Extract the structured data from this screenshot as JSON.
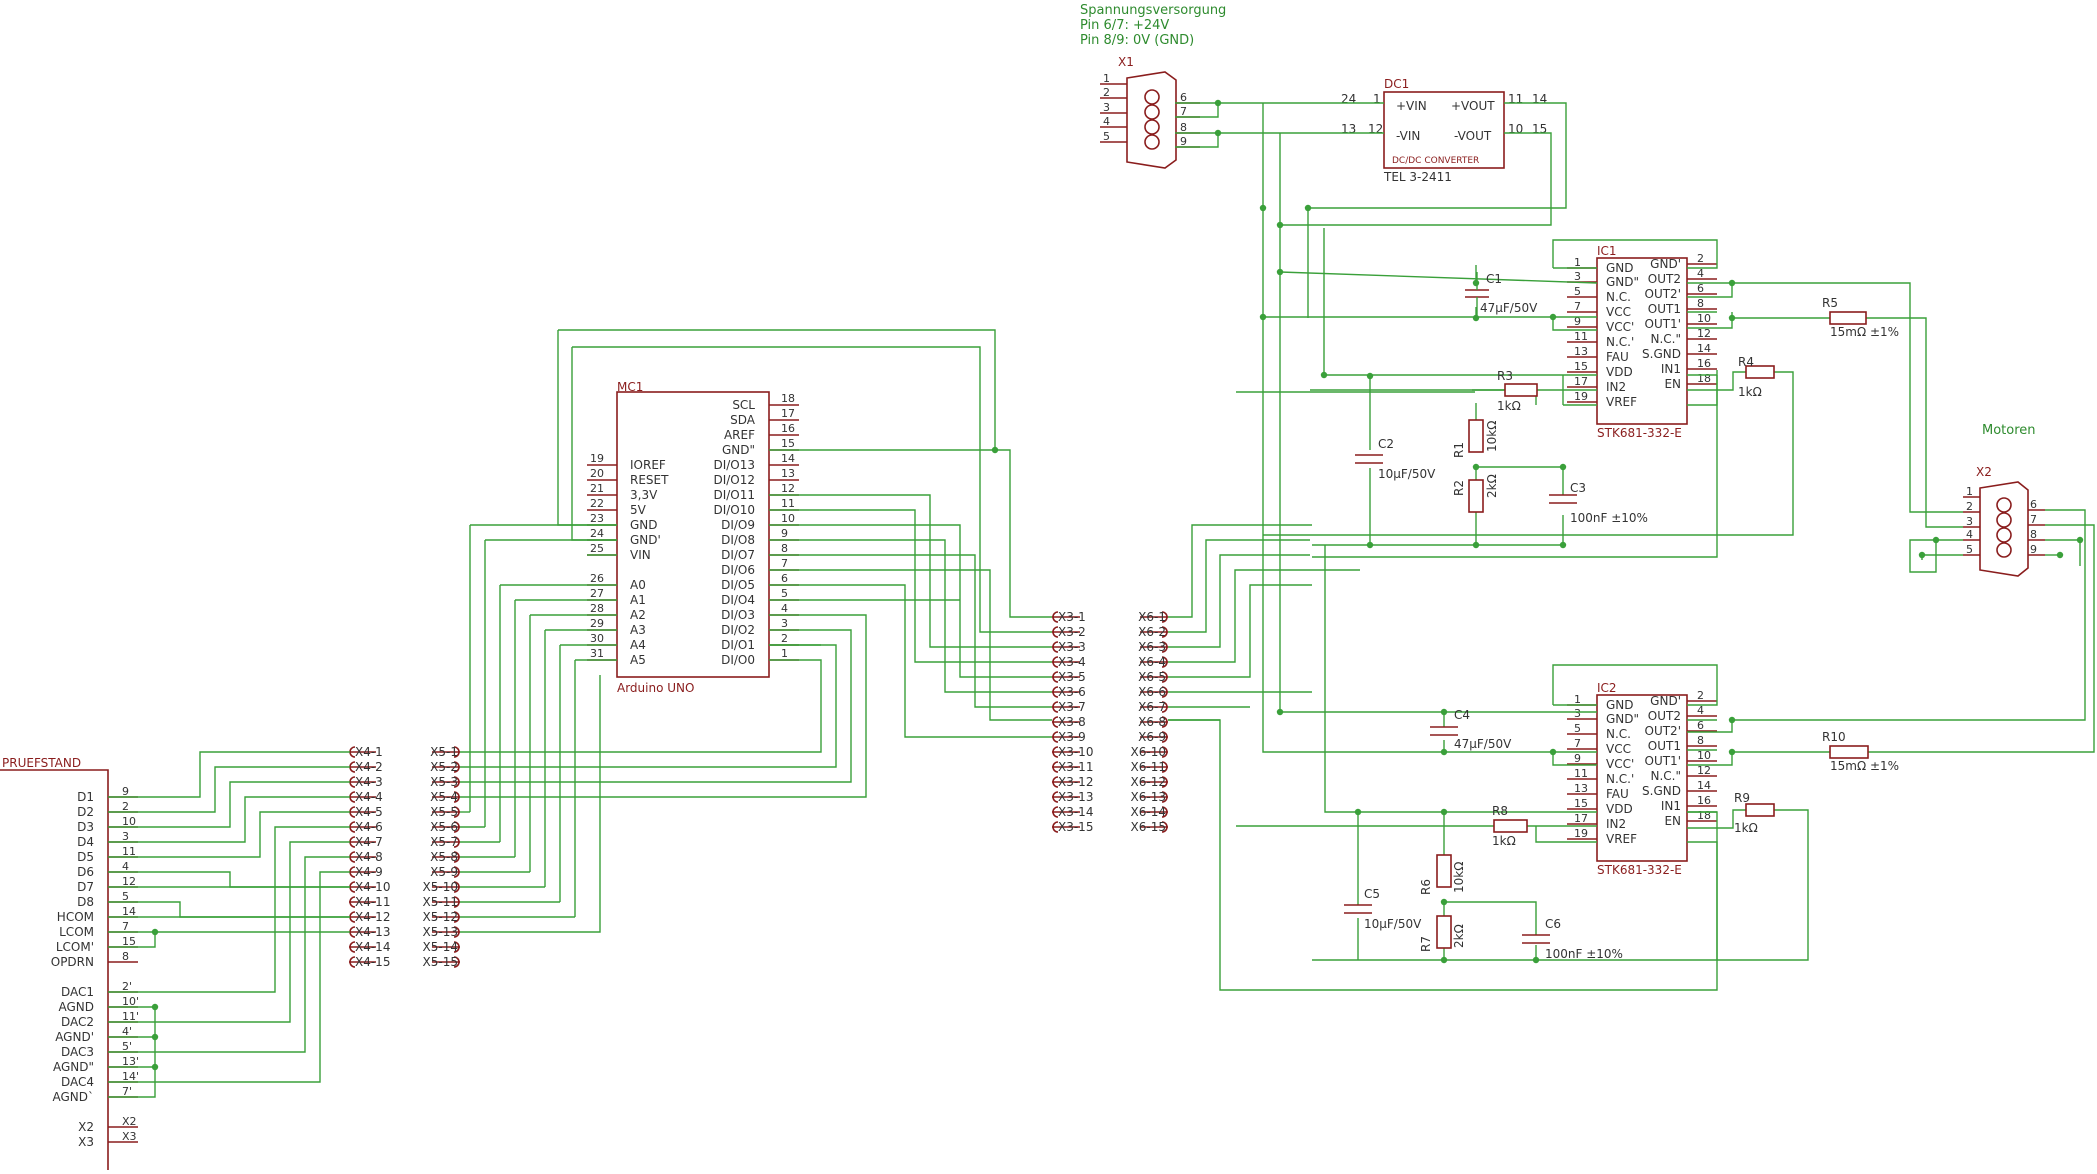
{
  "power": {
    "heading": "Spannungsversorgung",
    "line1": "Pin 6/7: +24V",
    "line2": "Pin 8/9: 0V (GND)"
  },
  "x1": {
    "ref": "X1",
    "left_pins": [
      "1",
      "2",
      "3",
      "4",
      "5"
    ],
    "right_pins": [
      "6",
      "7",
      "8",
      "9"
    ]
  },
  "dc1": {
    "ref": "DC1",
    "name": "DC/DC CONVERTER",
    "part": "TEL 3-2411",
    "pin_in_plus": "+VIN",
    "pin_in_minus": "-VIN",
    "pin_out_plus": "+VOUT",
    "pin_out_minus": "-VOUT",
    "nums": [
      "24",
      "1",
      "13",
      "12",
      "11",
      "14",
      "10",
      "15"
    ]
  },
  "mc1": {
    "ref": "MC1",
    "name": "Arduino UNO",
    "left": [
      [
        "19",
        "IOREF"
      ],
      [
        "20",
        "RESET"
      ],
      [
        "21",
        "3,3V"
      ],
      [
        "22",
        "5V"
      ],
      [
        "23",
        "GND"
      ],
      [
        "24",
        "GND'"
      ],
      [
        "25",
        "VIN"
      ],
      [
        "26",
        "A0"
      ],
      [
        "27",
        "A1"
      ],
      [
        "28",
        "A2"
      ],
      [
        "29",
        "A3"
      ],
      [
        "30",
        "A4"
      ],
      [
        "31",
        "A5"
      ]
    ],
    "right": [
      [
        "18",
        "SCL"
      ],
      [
        "17",
        "SDA"
      ],
      [
        "16",
        "AREF"
      ],
      [
        "15",
        "GND\""
      ],
      [
        "14",
        "DI/O13"
      ],
      [
        "13",
        "DI/O12"
      ],
      [
        "12",
        "DI/O11"
      ],
      [
        "11",
        "DI/O10"
      ],
      [
        "10",
        "DI/O9"
      ],
      [
        "9",
        "DI/O8"
      ],
      [
        "8",
        "DI/O7"
      ],
      [
        "7",
        "DI/O6"
      ],
      [
        "6",
        "DI/O5"
      ],
      [
        "5",
        "DI/O4"
      ],
      [
        "4",
        "DI/O3"
      ],
      [
        "3",
        "DI/O2"
      ],
      [
        "2",
        "DI/O1"
      ],
      [
        "1",
        "DI/O0"
      ]
    ]
  },
  "ic1": {
    "ref": "IC1",
    "part": "STK681-332-E",
    "left": [
      [
        "1",
        "GND"
      ],
      [
        "3",
        "GND\""
      ],
      [
        "5",
        "N.C."
      ],
      [
        "7",
        "VCC"
      ],
      [
        "9",
        "VCC'"
      ],
      [
        "11",
        "N.C.'"
      ],
      [
        "13",
        "FAU"
      ],
      [
        "15",
        "VDD"
      ],
      [
        "17",
        "IN2"
      ],
      [
        "19",
        "VREF"
      ]
    ],
    "right": [
      [
        "2",
        "GND'"
      ],
      [
        "4",
        "OUT2"
      ],
      [
        "6",
        "OUT2'"
      ],
      [
        "8",
        "OUT1"
      ],
      [
        "10",
        "OUT1'"
      ],
      [
        "12",
        "N.C.\""
      ],
      [
        "14",
        "S.GND"
      ],
      [
        "16",
        "IN1"
      ],
      [
        "18",
        "EN"
      ]
    ]
  },
  "ic2": {
    "ref": "IC2",
    "part": "STK681-332-E",
    "left": [
      [
        "1",
        "GND"
      ],
      [
        "3",
        "GND\""
      ],
      [
        "5",
        "N.C."
      ],
      [
        "7",
        "VCC"
      ],
      [
        "9",
        "VCC'"
      ],
      [
        "11",
        "N.C.'"
      ],
      [
        "13",
        "FAU"
      ],
      [
        "15",
        "VDD"
      ],
      [
        "17",
        "IN2"
      ],
      [
        "19",
        "VREF"
      ]
    ],
    "right": [
      [
        "2",
        "GND'"
      ],
      [
        "4",
        "OUT2"
      ],
      [
        "6",
        "OUT2'"
      ],
      [
        "8",
        "OUT1"
      ],
      [
        "10",
        "OUT1'"
      ],
      [
        "12",
        "N.C.\""
      ],
      [
        "14",
        "S.GND"
      ],
      [
        "16",
        "IN1"
      ],
      [
        "18",
        "EN"
      ]
    ]
  },
  "parts": {
    "c1": [
      "C1",
      "47µF/50V"
    ],
    "c2": [
      "C2",
      "10µF/50V"
    ],
    "c3": [
      "C3",
      "100nF ±10%"
    ],
    "r1": [
      "R1",
      "10kΩ"
    ],
    "r2": [
      "R2",
      "2kΩ"
    ],
    "r3": [
      "R3",
      "1kΩ"
    ],
    "r4": [
      "R4",
      "1kΩ"
    ],
    "r5": [
      "R5",
      "15mΩ ±1%"
    ],
    "c4": [
      "C4",
      "47µF/50V"
    ],
    "c5": [
      "C5",
      "10µF/50V"
    ],
    "c6": [
      "C6",
      "100nF ±10%"
    ],
    "r6": [
      "R6",
      "10kΩ"
    ],
    "r7": [
      "R7",
      "2kΩ"
    ],
    "r8": [
      "R8",
      "1kΩ"
    ],
    "r9": [
      "R9",
      "1kΩ"
    ],
    "r10": [
      "R10",
      "15mΩ ±1%"
    ]
  },
  "motor": {
    "heading": "Motoren",
    "ref": "X2",
    "left_pins": [
      "1",
      "2",
      "3",
      "4",
      "5"
    ],
    "right_pins": [
      "6",
      "7",
      "8",
      "9"
    ]
  },
  "connectors": {
    "x3": [
      "X3-1",
      "X3-2",
      "X3-3",
      "X3-4",
      "X3-5",
      "X3-6",
      "X3-7",
      "X3-8",
      "X3-9",
      "X3-10",
      "X3-11",
      "X3-12",
      "X3-13",
      "X3-14",
      "X3-15"
    ],
    "x4": [
      "X4-1",
      "X4-2",
      "X4-3",
      "X4-4",
      "X4-5",
      "X4-6",
      "X4-7",
      "X4-8",
      "X4-9",
      "X4-10",
      "X4-11",
      "X4-12",
      "X4-13",
      "X4-14",
      "X4-15"
    ],
    "x5": [
      "X5-1",
      "X5-2",
      "X5-3",
      "X5-4",
      "X5-5",
      "X5-6",
      "X5-7",
      "X5-8",
      "X5-9",
      "X5-10",
      "X5-11",
      "X5-12",
      "X5-13",
      "X5-14",
      "X5-15"
    ],
    "x6": [
      "X6-1",
      "X6-2",
      "X6-3",
      "X6-4",
      "X6-5",
      "X6-6",
      "X6-7",
      "X6-8",
      "X6-9",
      "X6-10",
      "X6-11",
      "X6-12",
      "X6-13",
      "X6-14",
      "X6-15"
    ]
  },
  "prue": {
    "ref": "PRUEFSTAND",
    "pins": [
      [
        "D1",
        "9"
      ],
      [
        "D2",
        "2"
      ],
      [
        "D3",
        "10"
      ],
      [
        "D4",
        "3"
      ],
      [
        "D5",
        "11"
      ],
      [
        "D6",
        "4"
      ],
      [
        "D7",
        "12"
      ],
      [
        "D8",
        "5"
      ],
      [
        "HCOM",
        "14"
      ],
      [
        "LCOM",
        "7"
      ],
      [
        "LCOM'",
        "15"
      ],
      [
        "OPDRN",
        "8"
      ],
      [
        "DAC1",
        "2'"
      ],
      [
        "AGND",
        "10'"
      ],
      [
        "DAC2",
        "11'"
      ],
      [
        "AGND'",
        "4'"
      ],
      [
        "DAC3",
        "5'"
      ],
      [
        "AGND\"",
        "13'"
      ],
      [
        "DAC4",
        "14'"
      ],
      [
        "AGND`",
        "7'"
      ],
      [
        "X2",
        "X2"
      ],
      [
        "X3",
        "X3"
      ]
    ]
  },
  "colors": {
    "symbol": "#8a1d1d",
    "wire": "#3aa03a",
    "label": "#2e8b2e",
    "text": "#333333"
  }
}
